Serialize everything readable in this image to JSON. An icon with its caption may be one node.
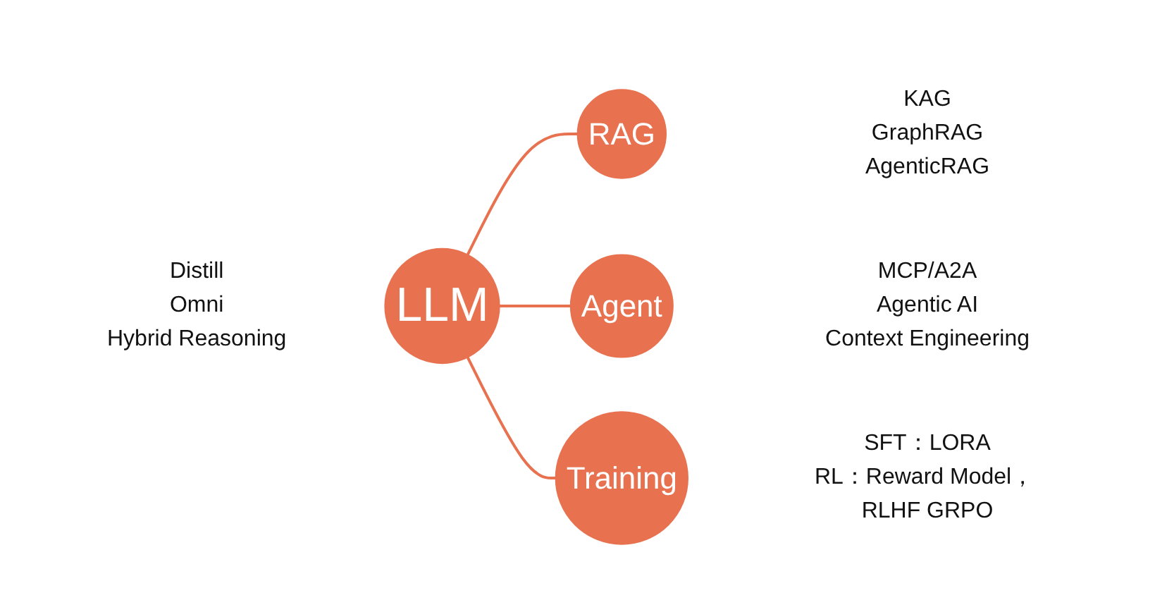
{
  "diagram": {
    "nodes": [
      {
        "text": [
          "LLM"
        ],
        "beside": [
          "Distill",
          "Omni",
          "Hybrid Reasoning"
        ]
      },
      {
        "text": [
          "RAG"
        ],
        "beside": [
          "KAG",
          "GraphRAG",
          "AgenticRAG"
        ]
      },
      {
        "text": [
          "Agent"
        ],
        "beside": [
          "MCP/A2A",
          "Agentic AI",
          "Context Engineering"
        ]
      },
      {
        "text": [
          "Training"
        ],
        "beside": [
          "SFT：LORA",
          "RL：Reward Model， RLHF GRPO"
        ]
      }
    ],
    "edges": [
      {
        "from": 0,
        "to": 1,
        "arrow": "none"
      },
      {
        "from": 0,
        "to": 2,
        "arrow": "none"
      },
      {
        "from": 0,
        "to": 3,
        "arrow": "none"
      }
    ]
  }
}
